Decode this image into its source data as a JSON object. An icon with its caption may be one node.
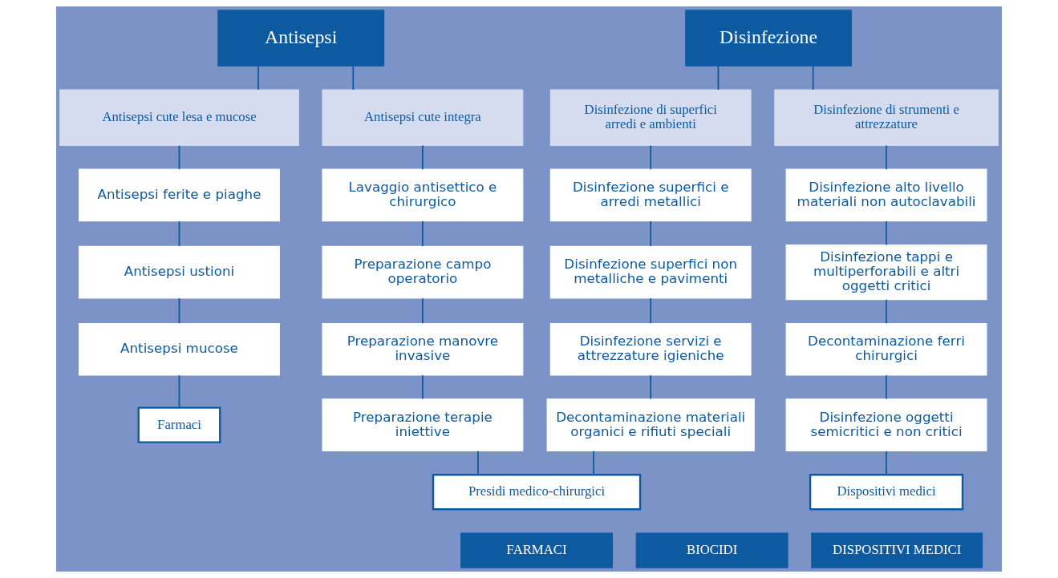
{
  "diagram": {
    "nodes": [
      {
        "text": [
          "Antisepsi"
        ]
      },
      {
        "text": [
          "Disinfezione"
        ]
      },
      {
        "text": [
          "Antisepsi cute lesa e mucose"
        ]
      },
      {
        "text": [
          "Antisepsi ferite e piaghe"
        ]
      },
      {
        "text": [
          "Antisepsi ustioni"
        ]
      },
      {
        "text": [
          "Antisepsi mucose"
        ]
      },
      {
        "text": [
          "Farmaci"
        ]
      },
      {
        "text": [
          "Antisepsi cute integra"
        ]
      },
      {
        "text": [
          "Lavaggio antisettico e chirurgico"
        ]
      },
      {
        "text": [
          "Preparazione campo operatorio"
        ]
      },
      {
        "text": [
          "Preparazione manovre invasive"
        ]
      },
      {
        "text": [
          "Preparazione terapie iniettive"
        ]
      },
      {
        "text": [
          "Disinfezione di superfici arredi e ambienti"
        ]
      },
      {
        "text": [
          "Disinfezione superfici e arredi metallici"
        ]
      },
      {
        "text": [
          "Disinfezione superfici non metalliche e pavimenti"
        ]
      },
      {
        "text": [
          "Disinfezione servizi e attrezzature igieniche"
        ]
      },
      {
        "text": [
          "Decontaminazione materiali organici e rifiuti speciali"
        ]
      },
      {
        "text": [
          "Disinfezione di strumenti e attrezzature"
        ]
      },
      {
        "text": [
          "Disinfezione alto livello materiali non autoclavabili"
        ]
      },
      {
        "text": [
          "Disinfezione tappi e multiperforabili e altri oggetti critici"
        ]
      },
      {
        "text": [
          "Decontaminazione ferri chirurgici"
        ]
      },
      {
        "text": [
          "Disinfezione oggetti semicritici e non critici"
        ]
      },
      {
        "text": [
          "Presidi medico-chirurgici"
        ]
      },
      {
        "text": [
          "Dispositivi medici"
        ]
      },
      {
        "text": [
          "FARMACI"
        ]
      },
      {
        "text": [
          "BIOCIDI"
        ]
      },
      {
        "text": [
          "DISPOSITIVI MEDICI"
        ]
      }
    ],
    "edges": [
      {
        "from": 0,
        "to": 2,
        "arrow": "none"
      },
      {
        "from": 0,
        "to": 7,
        "arrow": "none"
      },
      {
        "from": 1,
        "to": 12,
        "arrow": "none"
      },
      {
        "from": 1,
        "to": 17,
        "arrow": "none"
      },
      {
        "from": 2,
        "to": 3,
        "arrow": "none"
      },
      {
        "from": 3,
        "to": 4,
        "arrow": "none"
      },
      {
        "from": 4,
        "to": 5,
        "arrow": "none"
      },
      {
        "from": 5,
        "to": 6,
        "arrow": "none"
      },
      {
        "from": 7,
        "to": 8,
        "arrow": "none"
      },
      {
        "from": 8,
        "to": 9,
        "arrow": "none"
      },
      {
        "from": 9,
        "to": 10,
        "arrow": "none"
      },
      {
        "from": 10,
        "to": 11,
        "arrow": "none"
      },
      {
        "from": 11,
        "to": 22,
        "arrow": "none"
      },
      {
        "from": 12,
        "to": 13,
        "arrow": "none"
      },
      {
        "from": 13,
        "to": 14,
        "arrow": "none"
      },
      {
        "from": 14,
        "to": 15,
        "arrow": "none"
      },
      {
        "from": 15,
        "to": 16,
        "arrow": "none"
      },
      {
        "from": 16,
        "to": 22,
        "arrow": "none"
      },
      {
        "from": 17,
        "to": 18,
        "arrow": "none"
      },
      {
        "from": 18,
        "to": 19,
        "arrow": "none"
      },
      {
        "from": 19,
        "to": 20,
        "arrow": "none"
      },
      {
        "from": 20,
        "to": 21,
        "arrow": "none"
      },
      {
        "from": 21,
        "to": 23,
        "arrow": "none"
      }
    ]
  }
}
